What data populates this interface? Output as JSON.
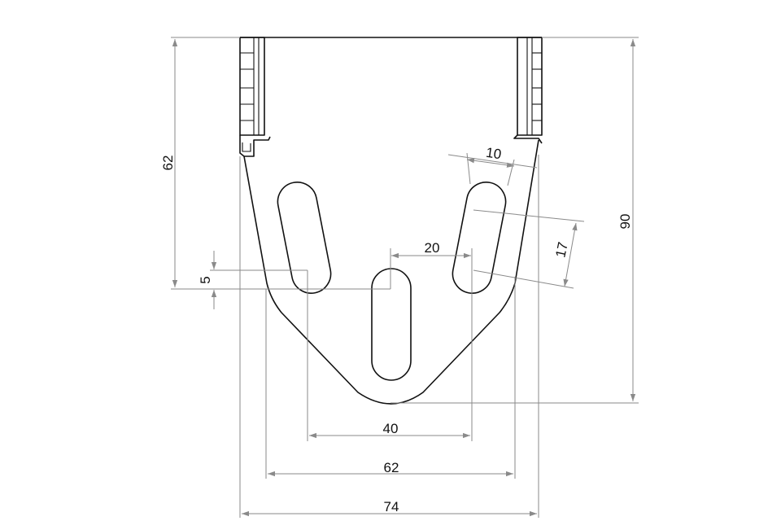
{
  "drawing": {
    "colors": {
      "outline": "#111111",
      "dimension": "#8a8a8a",
      "background": "#ffffff"
    },
    "dimensions": {
      "overall_height": "90",
      "upper_height": "62",
      "slot_offset": "5",
      "slot_width": "10",
      "slot_length": "17",
      "slot_spacing": "20",
      "outer_slot_pitch": "40",
      "lower_width": "62",
      "overall_width": "74"
    }
  }
}
